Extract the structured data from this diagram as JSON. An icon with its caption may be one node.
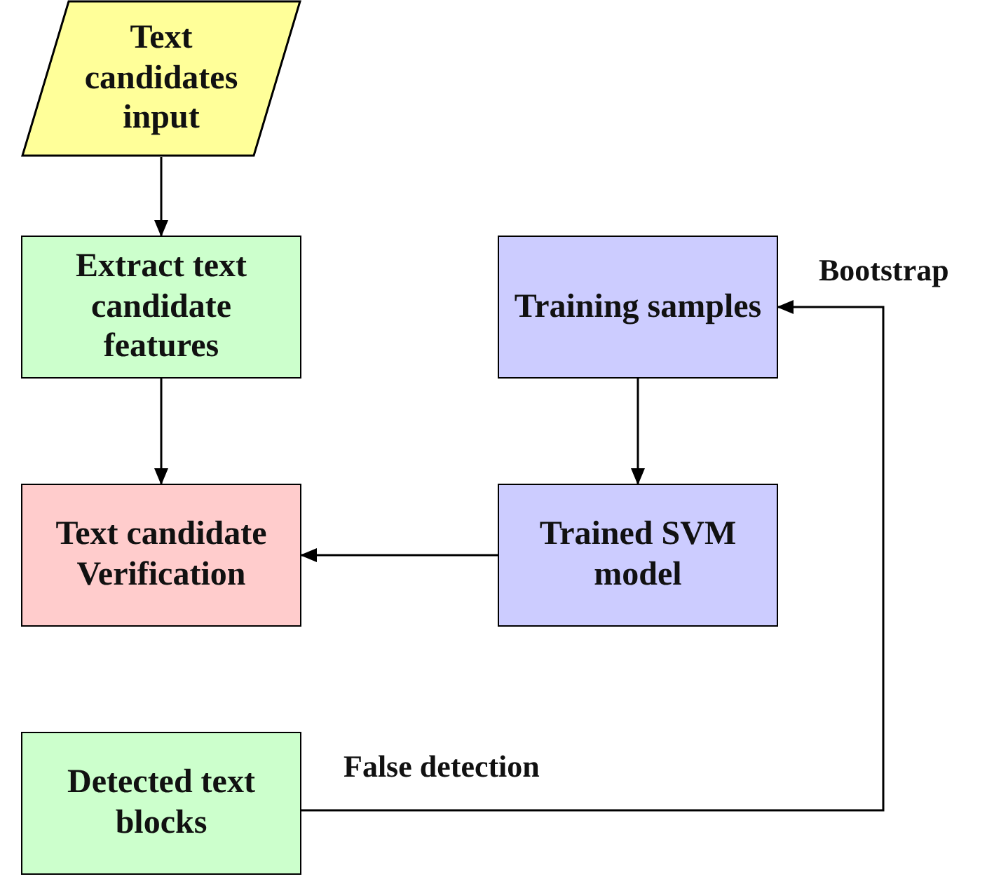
{
  "diagram": {
    "nodes": [
      {
        "text": [
          "Text candidates input"
        ]
      },
      {
        "text": [
          "Extract text candidate features"
        ]
      },
      {
        "text": [
          "Training samples"
        ]
      },
      {
        "text": [
          "Text candidate Verification"
        ]
      },
      {
        "text": [
          "Trained SVM model"
        ]
      },
      {
        "text": [
          "Detected text blocks"
        ]
      }
    ],
    "edges": [
      {
        "from": 0,
        "to": 1,
        "arrow": "to"
      },
      {
        "from": 1,
        "to": 3,
        "arrow": "to"
      },
      {
        "from": 2,
        "to": 4,
        "arrow": "to"
      },
      {
        "from": 4,
        "to": 3,
        "arrow": "to"
      },
      {
        "from": 5,
        "to": 2,
        "arrow": "to",
        "label": "False detection"
      }
    ],
    "labels": [
      "Bootstrap"
    ]
  }
}
